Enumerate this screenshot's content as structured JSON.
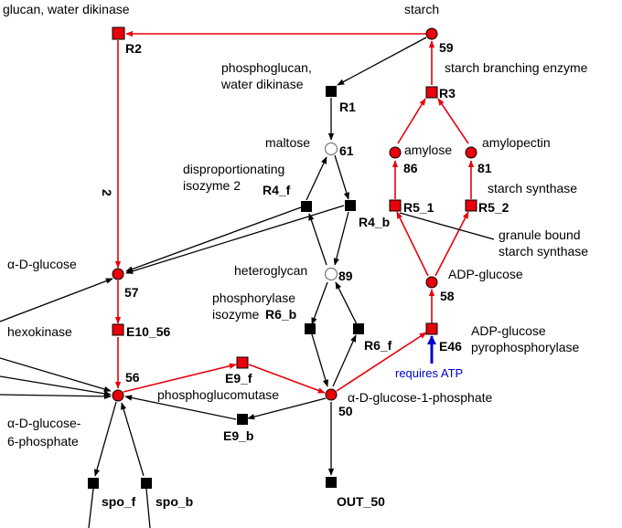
{
  "colors": {
    "active": "#e8000b",
    "inactive": "#000000",
    "note": "#0000cc",
    "open_node_fill": "#ffffff"
  },
  "labels": {
    "glucan_water_dikinase": "glucan, water dikinase",
    "starch": "starch",
    "phosphoglucan_line1": "phosphoglucan,",
    "phosphoglucan_line2": "water dikinase",
    "starch_branching_enzyme": "starch branching enzyme",
    "maltose": "maltose",
    "amylose": "amylose",
    "amylopectin": "amylopectin",
    "disproportionating_line1": "disproportionating",
    "disproportionating_line2": "isozyme 2",
    "starch_synthase": "starch synthase",
    "granule_bound_line1": "granule bound",
    "granule_bound_line2": "starch synthase",
    "alpha_d_glucose": "α-D-glucose",
    "heteroglycan": "heteroglycan",
    "adp_glucose": "ADP-glucose",
    "phosphorylase_line1": "phosphorylase",
    "phosphorylase_line2": "isozyme",
    "hexokinase": "hexokinase",
    "adp_glucose_pyro_line1": "ADP-glucose",
    "adp_glucose_pyro_line2": "pyrophosphorylase",
    "requires_atp": "requires ATP",
    "phosphoglucomutase": "phosphoglucomutase",
    "alpha_d_glucose_1_phosphate": "α-D-glucose-1-phosphate",
    "g6p_line1": "α-D-glucose-",
    "g6p_line2": "6-phosphate",
    "edge_label_2": "2"
  },
  "ids": {
    "R2": "R2",
    "n59": "59",
    "R1": "R1",
    "R3": "R3",
    "n61": "61",
    "n86": "86",
    "n81": "81",
    "R4_f": "R4_f",
    "R5_1": "R5_1",
    "R5_2": "R5_2",
    "R4_b": "R4_b",
    "n57": "57",
    "n89": "89",
    "n58": "58",
    "R6_b": "R6_b",
    "E10_56": "E10_56",
    "R6_f": "R6_f",
    "E46": "E46",
    "n56": "56",
    "E9_f": "E9_f",
    "n50": "50",
    "E9_b": "E9_b",
    "spo_f": "spo_f",
    "spo_b": "spo_b",
    "OUT_50": "OUT_50"
  }
}
